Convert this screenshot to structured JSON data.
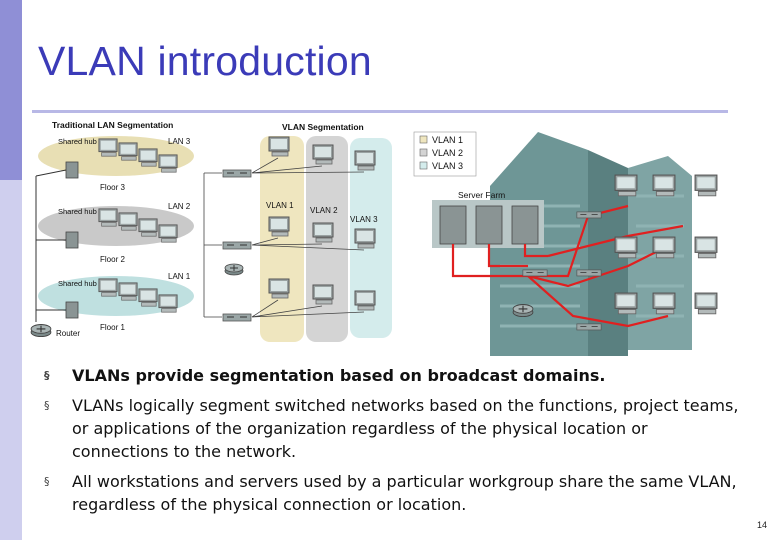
{
  "slide": {
    "title": "VLAN introduction",
    "page_number": "14"
  },
  "diagram": {
    "traditional_title": "Traditional LAN Segmentation",
    "segmentation_title": "VLAN Segmentation",
    "floors": [
      {
        "lan": "LAN 3",
        "hub": "Shared hub",
        "floor": "Floor 3"
      },
      {
        "lan": "LAN 2",
        "hub": "Shared hub",
        "floor": "Floor 2"
      },
      {
        "lan": "LAN 1",
        "hub": "Shared hub",
        "floor": "Floor 1"
      }
    ],
    "router_label": "Router",
    "vlan_columns": [
      "VLAN 1",
      "VLAN 2",
      "VLAN 3"
    ],
    "legend": [
      "VLAN 1",
      "VLAN 2",
      "VLAN 3"
    ],
    "server_farm": "Server Farm",
    "colors": {
      "lan3": "#e8dfb4",
      "lan2": "#c9c9c9",
      "lan1": "#bfe0e0",
      "vlan1": "#efe6bf",
      "vlan2": "#d4d4d4",
      "vlan3": "#d4ecec",
      "network_link": "#e02020",
      "building": "#6e9696"
    }
  },
  "bullets": [
    {
      "text": "VLANs provide segmentation based on broadcast domains.",
      "bold": true
    },
    {
      "text": "VLANs logically segment switched networks based on the functions, project teams, or applications of the organization regardless of the physical location or connections to the network.",
      "bold": false
    },
    {
      "text": "All workstations and servers used by a particular workgroup share the same VLAN, regardless of the physical connection or location.",
      "bold": false
    }
  ]
}
